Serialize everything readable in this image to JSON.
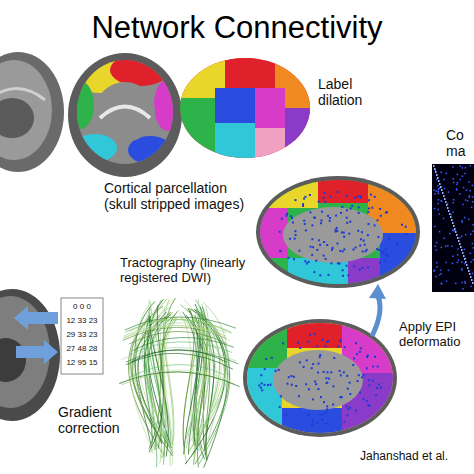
{
  "diagram": {
    "title": "Network Connectivity",
    "labels": [
      "Label dilation",
      "Cortical parcellation (skull stripped images)",
      "Co ma",
      "Tractography (linearly registered DWI)",
      "0 0 0",
      "12 33 23",
      "29 33 23",
      "27 48 28",
      "12 95 15",
      "Gradient correction",
      "Apply EPI deformatio",
      "Jahanshad et al."
    ]
  }
}
